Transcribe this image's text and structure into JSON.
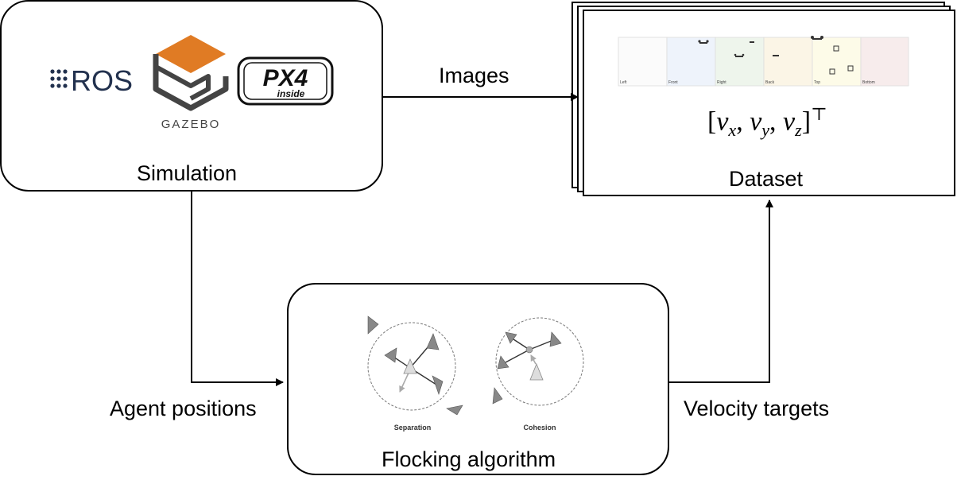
{
  "nodes": {
    "simulation": {
      "label": "Simulation"
    },
    "dataset": {
      "label": "Dataset"
    },
    "flocking": {
      "label": "Flocking algorithm"
    }
  },
  "logos": {
    "ros": "ROS",
    "gazebo": "GAZEBO",
    "px4_top": "PX4",
    "px4_bottom": "inside"
  },
  "edges": {
    "images": "Images",
    "agent_positions": "Agent positions",
    "velocity_targets": "Velocity targets"
  },
  "dataset_strip": [
    "Left",
    "Front",
    "Right",
    "Back",
    "Top",
    "Bottom"
  ],
  "dataset_formula": {
    "open": "[",
    "vx": "v",
    "vx_sub": "x",
    "vy": "v",
    "vy_sub": "y",
    "vz": "v",
    "vz_sub": "z",
    "close": "]",
    "sup": "⊤"
  },
  "flocking_panels": {
    "separation": "Separation",
    "cohesion": "Cohesion"
  },
  "colors": {
    "gazebo_orange": "#e07b24",
    "ros_grey": "#22314e",
    "strip": [
      "#fbfbfb",
      "#eef3fb",
      "#eef5ec",
      "#fbf5e6",
      "#fdfbe8",
      "#f7ecec"
    ]
  }
}
